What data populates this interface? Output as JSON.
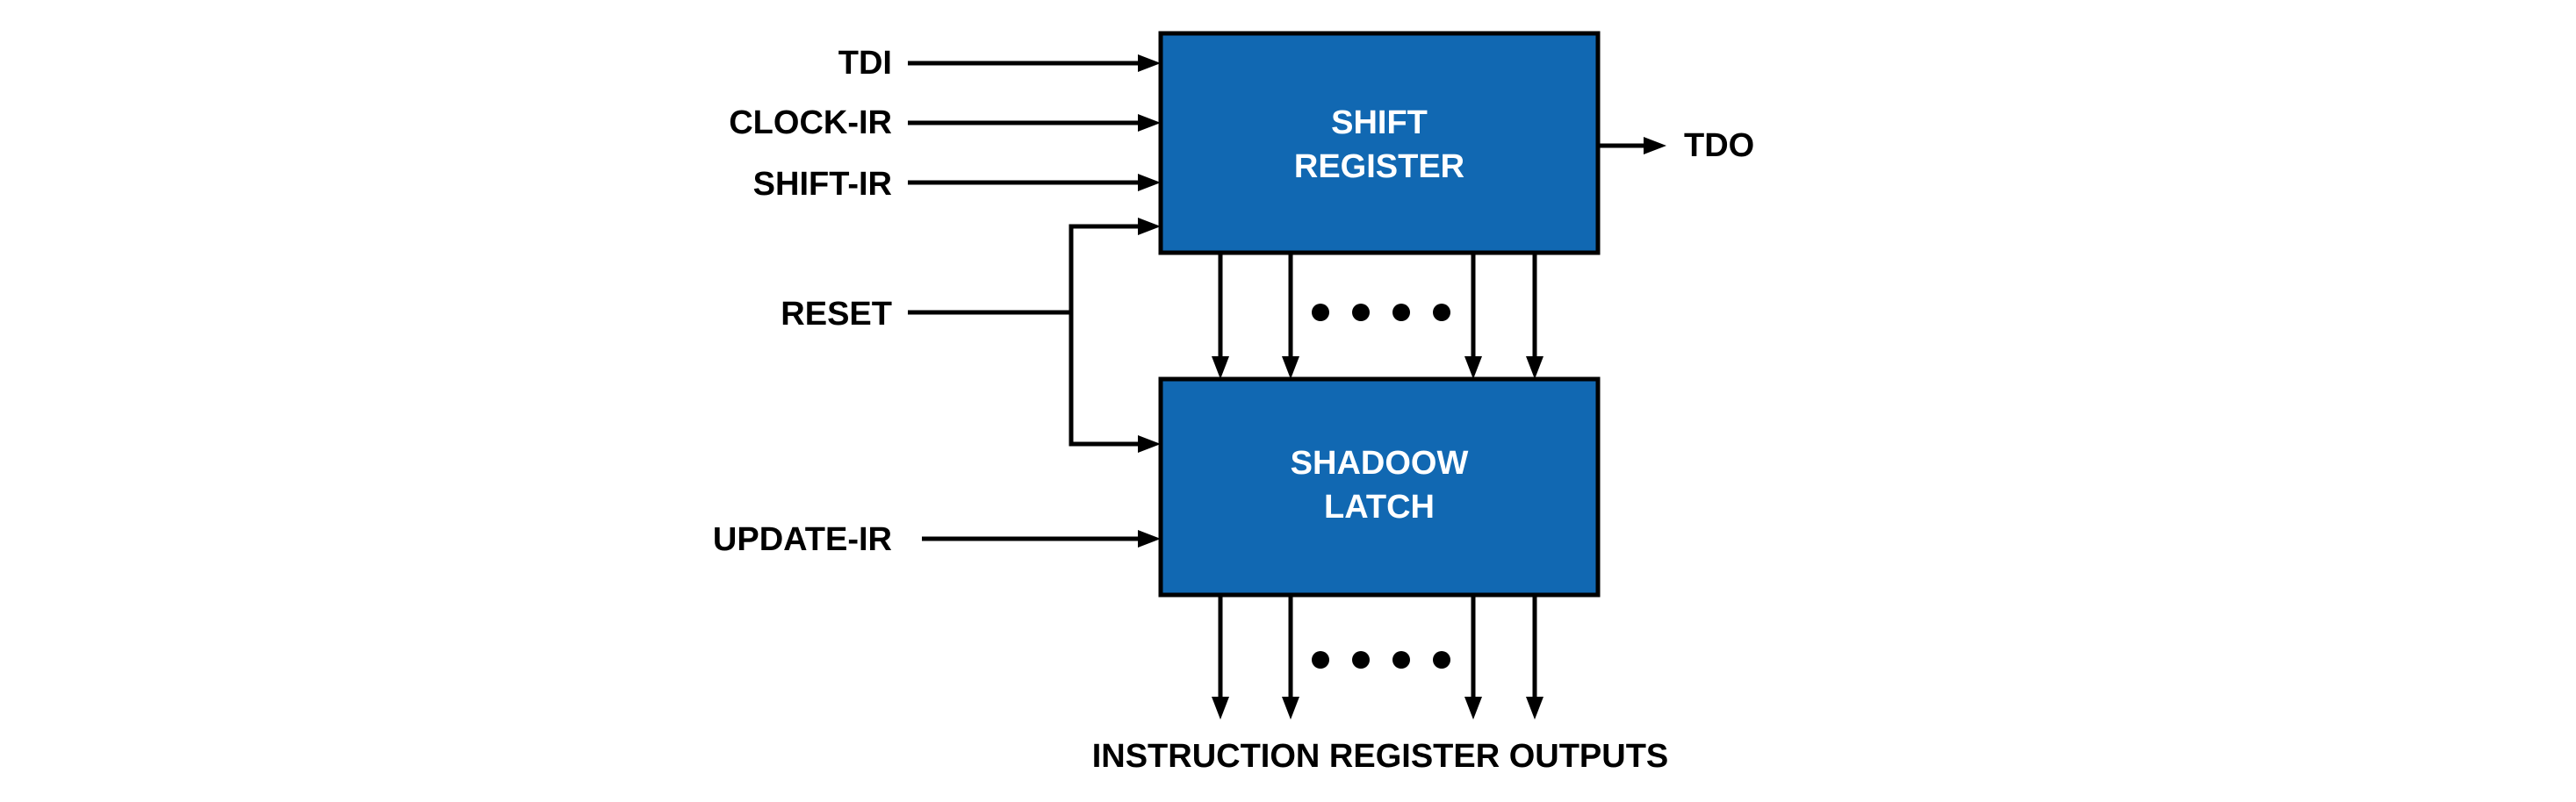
{
  "colors": {
    "block_fill": "#1168b2",
    "line": "#000000",
    "text": "#000000",
    "block_text": "#ffffff"
  },
  "blocks": {
    "shift_register": {
      "line1": "SHIFT",
      "line2": "REGISTER"
    },
    "shadow_latch": {
      "line1": "SHADOOW",
      "line2": "LATCH"
    }
  },
  "inputs": {
    "tdi": "TDI",
    "clock_ir": "CLOCK-IR",
    "shift_ir": "SHIFT-IR",
    "reset": "RESET",
    "update_ir": "UPDATE-IR"
  },
  "outputs": {
    "tdo": "TDO",
    "instruction_register_outputs": "INSTRUCTION REGISTER OUTPUTS"
  },
  "ellipsis_dot_count": 4
}
